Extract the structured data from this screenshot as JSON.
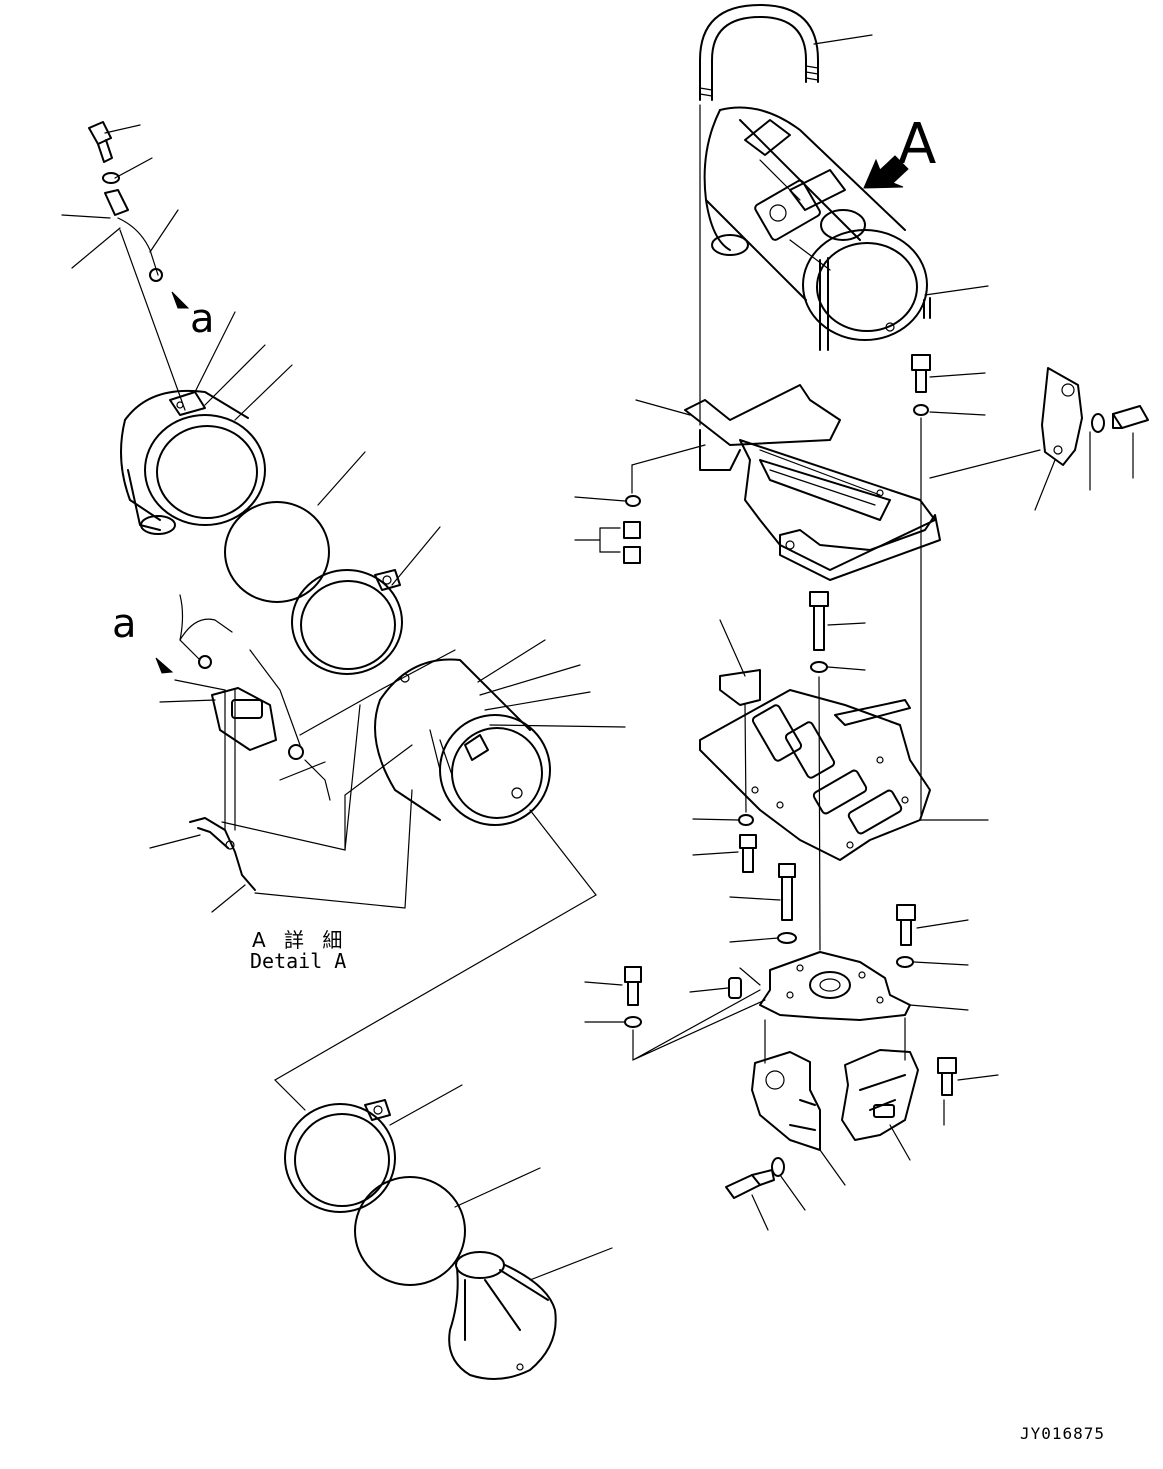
{
  "labels": {
    "ref_a_top": "a",
    "ref_a_left": "a",
    "view_arrow": "A",
    "detail_jp": "A 詳 細",
    "detail_en": "Detail A",
    "drawing_code": "JY016875"
  }
}
